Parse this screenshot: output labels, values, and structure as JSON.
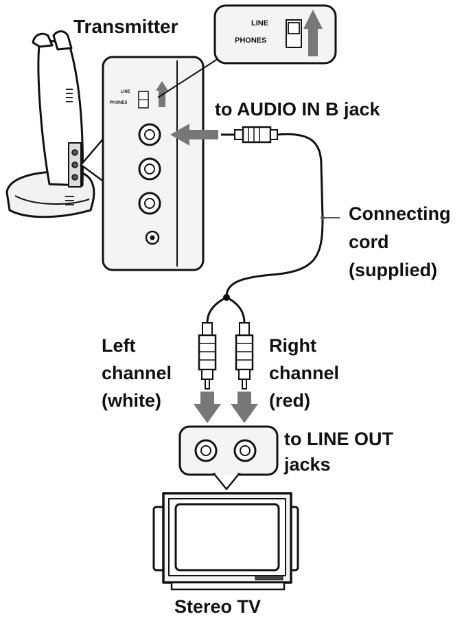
{
  "labels": {
    "transmitter": "Transmitter",
    "switch_line": "LINE",
    "switch_phones": "PHONES",
    "audio_in": "to AUDIO IN B jack",
    "cord_line1": "Connecting",
    "cord_line2": "cord",
    "cord_line3": "(supplied)",
    "left_line1": "Left",
    "left_line2": "channel",
    "left_line3": "(white)",
    "right_line1": "Right",
    "right_line2": "channel",
    "right_line3": "(red)",
    "lineout_line1": "to LINE OUT",
    "lineout_line2": "jacks",
    "stereo_tv": "Stereo TV"
  },
  "colors": {
    "ink": "#111111",
    "arrow": "#777777",
    "panel_fill": "#f4f4f4"
  },
  "icons": {
    "transmitter": "transmitter-icon",
    "tv": "stereo-tv-icon"
  }
}
